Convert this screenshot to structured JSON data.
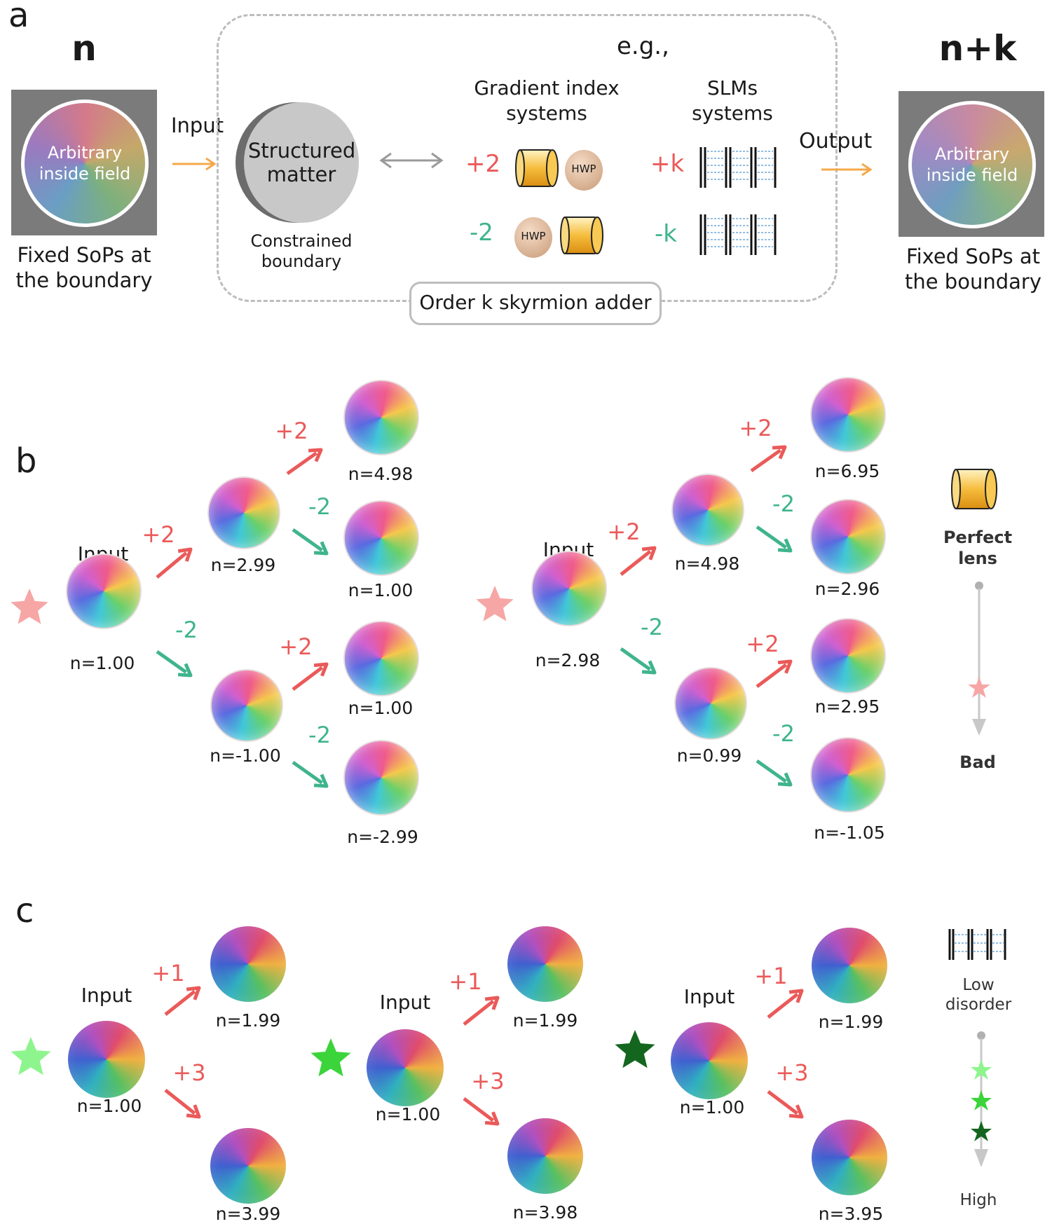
{
  "panel_a": {
    "letter": "a",
    "left": {
      "title": "n",
      "field": "Arbitrary inside field",
      "caption": "Fixed SoPs at the boundary"
    },
    "input_label": "Input",
    "eg": "e.g.,",
    "structured": "Structured matter",
    "constrained": "Constrained boundary",
    "gradient_title": "Gradient index systems",
    "slm_title": "SLMs systems",
    "plus2": "+2",
    "minus2": "-2",
    "hwp": "HWP",
    "plusk": "+k",
    "minusk": "-k",
    "output_label": "Output",
    "adder": "Order k skyrmion adder",
    "right": {
      "title": "n+k",
      "field": "Arbitrary inside field",
      "caption": "Fixed SoPs at the boundary"
    }
  },
  "panel_b": {
    "letter": "b",
    "trees": [
      {
        "input": "Input",
        "input_n": "n=1.00",
        "up_op": "+2",
        "down_op": "-2",
        "up_n": "n=2.99",
        "down_n": "n=-1.00",
        "up_up_op": "+2",
        "up_down_op": "-2",
        "down_up_op": "+2",
        "down_down_op": "-2",
        "uu_n": "n=4.98",
        "ud_n": "n=1.00",
        "du_n": "n=1.00",
        "dd_n": "n=-2.99"
      },
      {
        "input": "Input",
        "input_n": "n=2.98",
        "up_op": "+2",
        "down_op": "-2",
        "up_n": "n=4.98",
        "down_n": "n=0.99",
        "up_up_op": "+2",
        "up_down_op": "-2",
        "down_up_op": "+2",
        "down_down_op": "-2",
        "uu_n": "n=6.95",
        "ud_n": "n=2.96",
        "du_n": "n=2.95",
        "dd_n": "n=-1.05"
      }
    ],
    "legend": {
      "top": "Perfect lens",
      "bottom": "Bad"
    }
  },
  "panel_c": {
    "letter": "c",
    "trees": [
      {
        "input": "Input",
        "input_n": "n=1.00",
        "up_op": "+1",
        "down_op": "+3",
        "up_n": "n=1.99",
        "down_n": "n=3.99",
        "star_color": "#8ef58e"
      },
      {
        "input": "Input",
        "input_n": "n=1.00",
        "up_op": "+1",
        "down_op": "+3",
        "up_n": "n=1.99",
        "down_n": "n=3.98",
        "star_color": "#3bd43b"
      },
      {
        "input": "Input",
        "input_n": "n=1.00",
        "up_op": "+1",
        "down_op": "+3",
        "up_n": "n=1.99",
        "down_n": "n=3.95",
        "star_color": "#14661f"
      }
    ],
    "legend": {
      "top": "Low disorder",
      "bottom": "High"
    }
  },
  "colors": {
    "red": "#ea5a59",
    "green": "#3fb48d",
    "orange": "#f5a84a",
    "gray": "#c8c8c8",
    "pink_star": "#f7a6a6"
  }
}
